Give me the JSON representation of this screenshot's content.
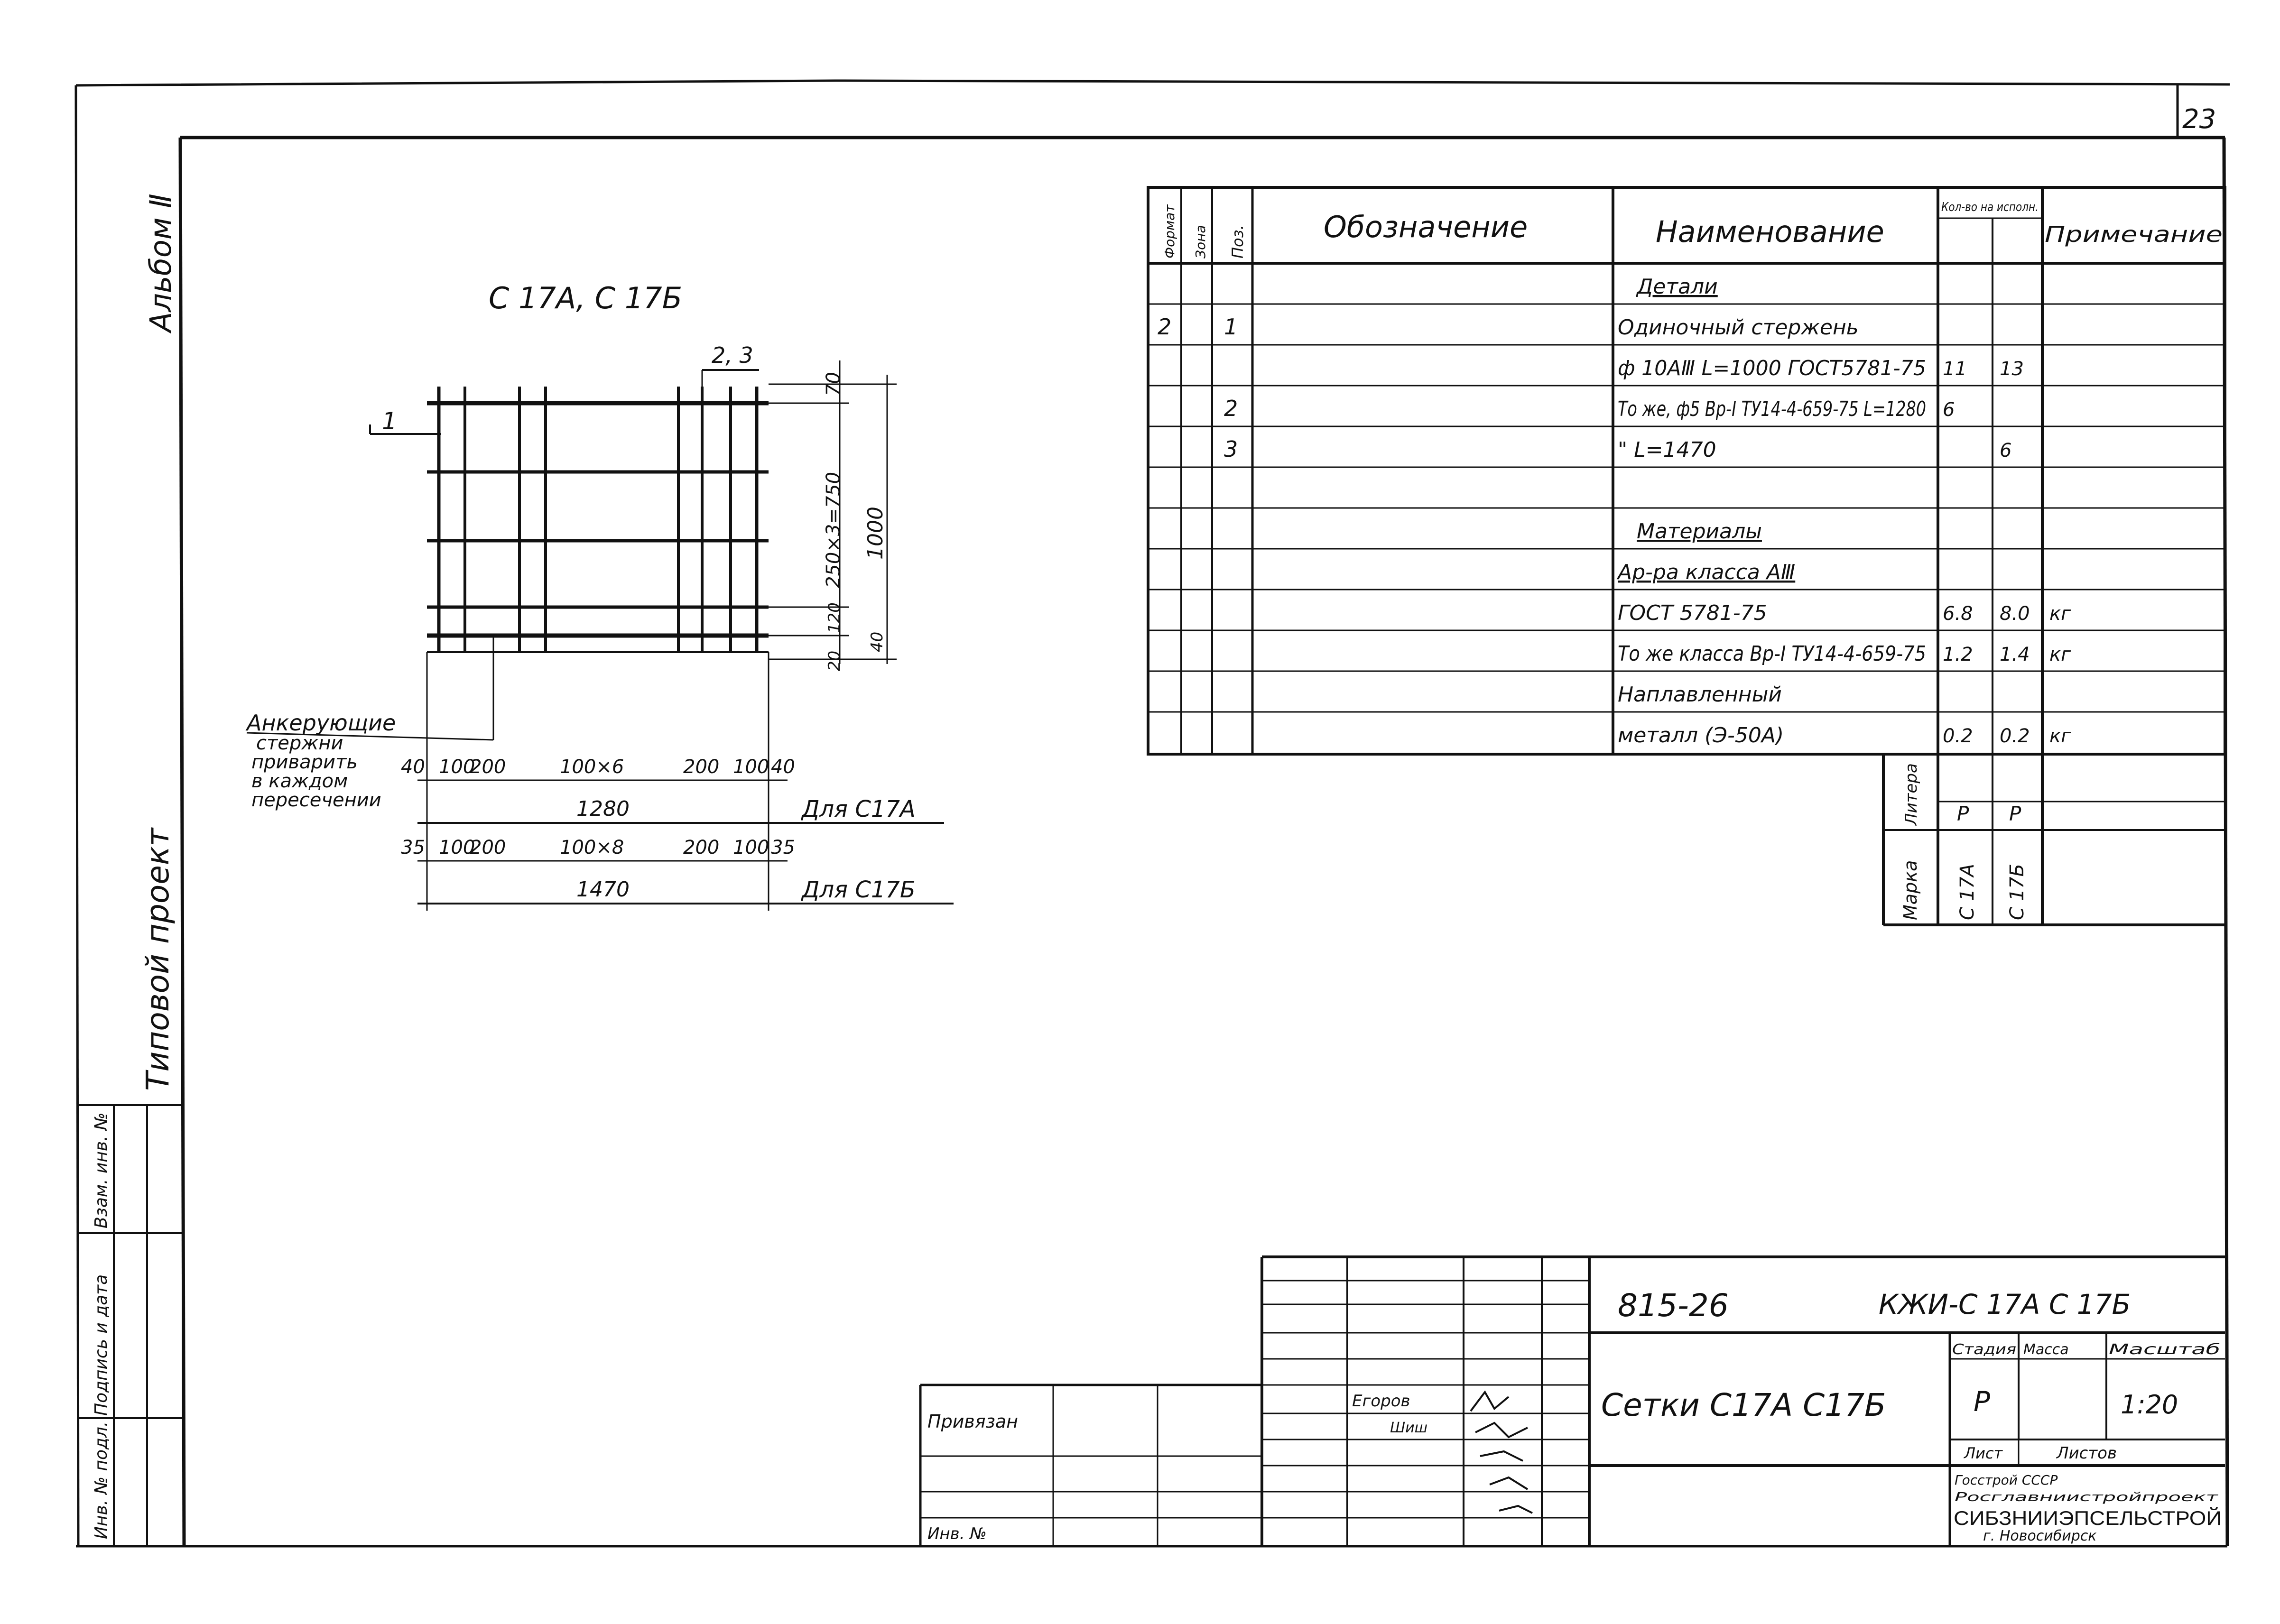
{
  "sheet": {
    "number": "23",
    "album": "Альбом Ⅱ",
    "project": "Типовой проект"
  },
  "side_stamp": {
    "labels": [
      "Инв. № подл.",
      "Подпись и дата",
      "Взам. инв. №"
    ]
  },
  "drawing": {
    "title": "С 17А,  С 17Б",
    "pos1": "1",
    "pos23": "2, 3",
    "dim_70": "70",
    "dim_250": "250×3=750",
    "dim_1000": "1000",
    "dim_120": "120",
    "dim_40": "40",
    "dim_20": "20",
    "note": [
      "Анкерующие",
      "стержни",
      "приварить",
      "в каждом",
      "пересечении"
    ],
    "row_a": [
      "40",
      "100",
      "200",
      "100×6",
      "200",
      "100",
      "40"
    ],
    "total_a": "1280",
    "for_a": "Для С17А",
    "row_b": [
      "35",
      "100",
      "200",
      "100×8",
      "200",
      "100",
      "35"
    ],
    "total_b": "1470",
    "for_b": "Для С17Б"
  },
  "spec": {
    "headers": {
      "format": "Формат",
      "zone": "Зона",
      "pos": "Поз.",
      "designation": "Обозначение",
      "name": "Наименование",
      "qty": "Кол-во на исполн.",
      "note": "Примечание"
    },
    "rows": [
      {
        "format": "",
        "pos": "",
        "name": "Детали",
        "underline": true,
        "q1": "",
        "q2": "",
        "note": ""
      },
      {
        "format": "2",
        "pos": "1",
        "name": "Одиночный стержень",
        "q1": "",
        "q2": "",
        "note": ""
      },
      {
        "format": "",
        "pos": "",
        "name": "ф 10АⅢ L=1000 ГОСТ5781-75",
        "q1": "11",
        "q2": "13",
        "note": ""
      },
      {
        "format": "",
        "pos": "2",
        "name": "То же, ф5 Вр-Ⅰ ТУ14-4-659-75 L=1280",
        "q1": "6",
        "q2": "",
        "note": ""
      },
      {
        "format": "",
        "pos": "3",
        "name": "\"          L=1470",
        "q1": "",
        "q2": "6",
        "note": ""
      },
      {
        "format": "",
        "pos": "",
        "name": "",
        "q1": "",
        "q2": "",
        "note": ""
      },
      {
        "format": "",
        "pos": "",
        "name": "Материалы",
        "underline": true,
        "q1": "",
        "q2": "",
        "note": ""
      },
      {
        "format": "",
        "pos": "",
        "name": "Ар-ра класса АⅢ",
        "underline": true,
        "q1": "",
        "q2": "",
        "note": ""
      },
      {
        "format": "",
        "pos": "",
        "name": "ГОСТ   5781-75",
        "q1": "6.8",
        "q2": "8.0",
        "note": "кг"
      },
      {
        "format": "",
        "pos": "",
        "name": "То же класса Вр-Ⅰ ТУ14-4-659-75",
        "q1": "1.2",
        "q2": "1.4",
        "note": "кг"
      },
      {
        "format": "",
        "pos": "",
        "name": "Наплавленный",
        "q1": "",
        "q2": "",
        "note": ""
      },
      {
        "format": "",
        "pos": "",
        "name": "металл   (Э-50А)",
        "q1": "0.2",
        "q2": "0.2",
        "note": "кг"
      }
    ],
    "sub": {
      "litera_label": "Литера",
      "marka_label": "Марка",
      "litera": [
        "Р",
        "Р"
      ],
      "marka": [
        "С 17А",
        "С 17Б"
      ]
    }
  },
  "title_block": {
    "code": "815-26",
    "doc": "КЖИ-С 17А С 17Б",
    "name": "Сетки С17А  С17Б",
    "stage_label": "Стадия",
    "mass_label": "Масса",
    "scale_label": "Масштаб",
    "stage": "Р",
    "scale": "1:20",
    "sheet_label": "Лист",
    "sheets_label": "Листов",
    "org": [
      "Госстрой СССР",
      "Росглавниистройпроект",
      "СИБЗНИИЭПСЕЛЬСТРОЙ",
      "г. Новосибирск"
    ],
    "roles": [
      "Егоров",
      "Шиш"
    ],
    "privyaz": "Привязан",
    "inv": "Инв. №"
  }
}
